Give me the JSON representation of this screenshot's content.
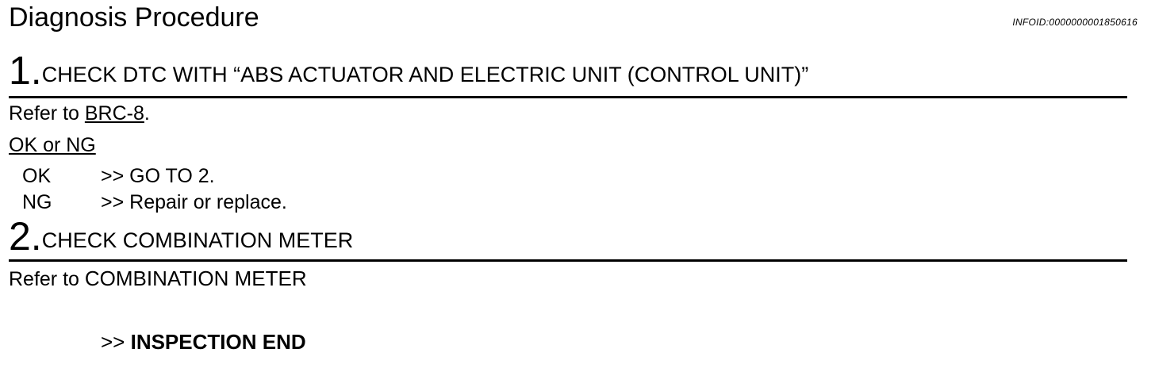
{
  "header": {
    "title": "Diagnosis Procedure",
    "info_id": "INFOID:0000000001850616"
  },
  "steps": [
    {
      "number": "1.",
      "title": "CHECK DTC WITH “ABS ACTUATOR AND ELECTRIC UNIT (CONTROL UNIT)”",
      "refer_prefix": "Refer to ",
      "refer_link": "BRC-8",
      "refer_suffix": ".",
      "result_heading": "OK or NG",
      "results": [
        {
          "code": "OK",
          "action": ">> GO TO 2."
        },
        {
          "code": "NG",
          "action": ">> Repair or replace."
        }
      ]
    },
    {
      "number": "2.",
      "title": "CHECK COMBINATION METER",
      "refer_prefix": "Refer to ",
      "refer_target": "COMBINATION METER",
      "final_prefix": ">> ",
      "final_action": "INSPECTION END"
    }
  ]
}
